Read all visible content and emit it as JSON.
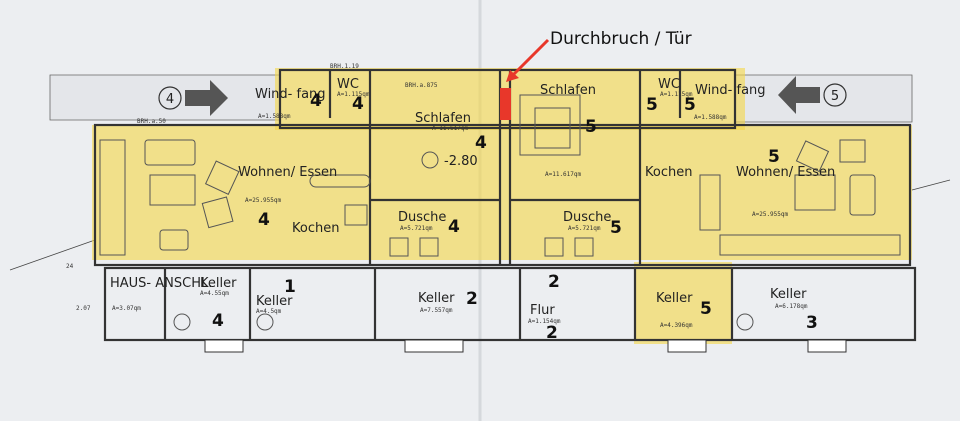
{
  "annotation": {
    "text": "Durchbruch / Tür",
    "color": "#e8372a"
  },
  "highlight_color": "#f3d64a",
  "circle_numbers": [
    "4",
    "5"
  ],
  "rooms": {
    "windfang_left": "Wind-\nfang",
    "wc_left": "WC",
    "wohnen_left": "Wohnen/\nEssen",
    "kochen_left": "Kochen",
    "schlafen_left": "Schlafen",
    "dusche_left": "Dusche",
    "schlafen_right": "Schlafen",
    "dusche_right": "Dusche",
    "kochen_right": "Kochen",
    "wohnen_right": "Wohnen/\nEssen",
    "wc_right": "WC",
    "windfang_right": "Wind-\nfang",
    "hausanschl": "HAUS-\nANSCHL.",
    "keller_1": "Keller",
    "keller_2": "Keller",
    "keller_3": "Keller",
    "flur": "Flur",
    "keller_4": "Keller",
    "keller_5": "Keller"
  },
  "areas": {
    "windfang_left": "A=1.588qm",
    "wc_left": "A=1.115qm",
    "wohnen_left": "A=25.955qm",
    "schlafen_left": "A=11.617qm",
    "dusche_left": "A=5.721qm",
    "schlafen_right": "A=11.617qm",
    "dusche_right": "A=5.721qm",
    "wohnen_right": "A=25.955qm",
    "wc_right": "A=1.115qm",
    "windfang_right": "A=1.588qm",
    "hausanschl": "A=3.07qm",
    "keller_1": "A=4.55qm",
    "keller_2": "A=4.5qm",
    "keller_3": "A=7.557qm",
    "flur": "A=1.154qm",
    "keller_4": "A=4.396qm",
    "keller_5": "A=6.178qm"
  },
  "labels": {
    "brh1": "BRH.1.19",
    "brh2": "BRH.a.875",
    "brh3": "BRH.a.50",
    "level": "-2.80",
    "dim1": "24",
    "dim2": "2.07"
  },
  "handwritten": {
    "windfang_left": "4",
    "wc_left": "4",
    "wohnen_left": "4",
    "schlafen_left": "4",
    "dusche_left": "4",
    "schlafen_right": "5",
    "dusche_right": "5",
    "wohnen_right": "5",
    "wc_right": "5",
    "windfang_right": "5",
    "keller_1": "4",
    "keller_2": "1",
    "keller_3": "2",
    "flur_top": "2",
    "flur_bottom": "2",
    "keller_4": "5",
    "keller_5": "3"
  }
}
